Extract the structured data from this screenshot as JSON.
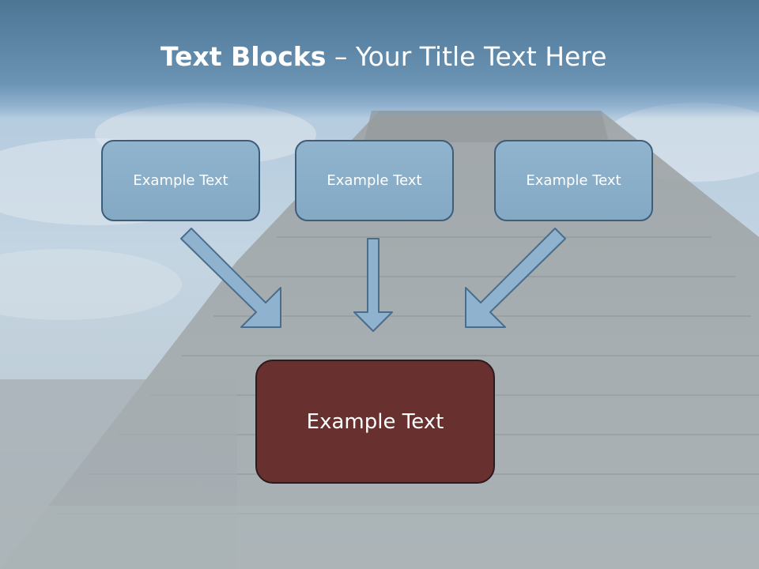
{
  "title": {
    "bold": "Text Blocks",
    "dash": " – ",
    "rest": "Your Title Text Here"
  },
  "blocks": [
    {
      "label": "Example Text"
    },
    {
      "label": "Example Text"
    },
    {
      "label": "Example Text"
    }
  ],
  "main_block": {
    "label": "Example Text"
  },
  "colors": {
    "box_fill": "#8bafc9",
    "box_border": "#3d5d7a",
    "main_fill": "#693030",
    "arrow_fill": "#8fb3cf"
  }
}
